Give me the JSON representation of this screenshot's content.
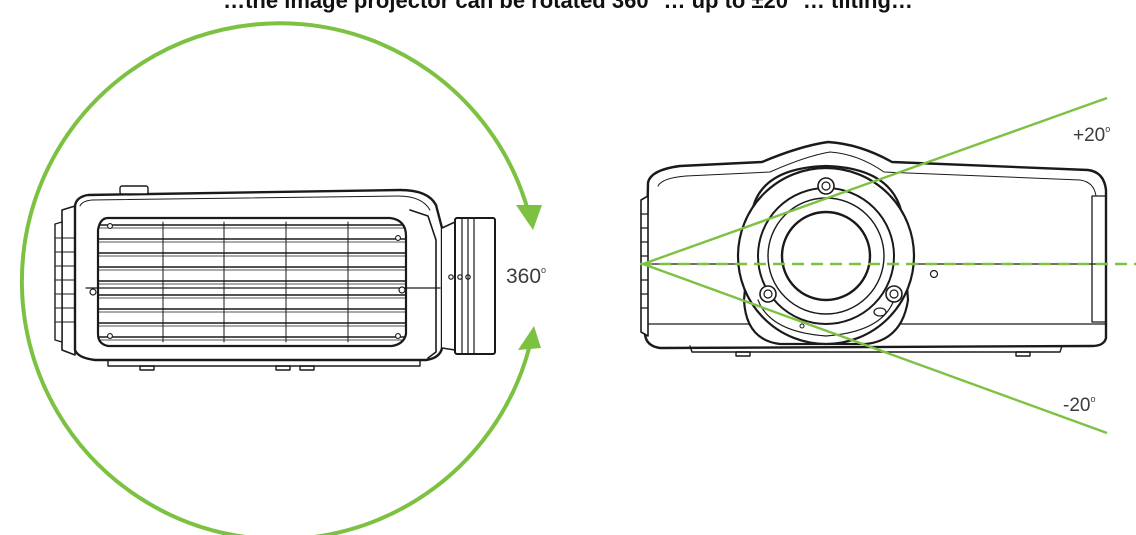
{
  "caption": "…the image projector can be rotated 360° … up to ±20° … tilting…",
  "side_view": {
    "rotation_label": "360",
    "degree_symbol": "o"
  },
  "front_view": {
    "tilt_up_label": "+20",
    "tilt_down_label": "-20",
    "degree_symbol": "o"
  },
  "colors": {
    "accent_green": "#7dc142",
    "line_drawing": "#1a1a1a",
    "label_text": "#3c3c3c"
  }
}
